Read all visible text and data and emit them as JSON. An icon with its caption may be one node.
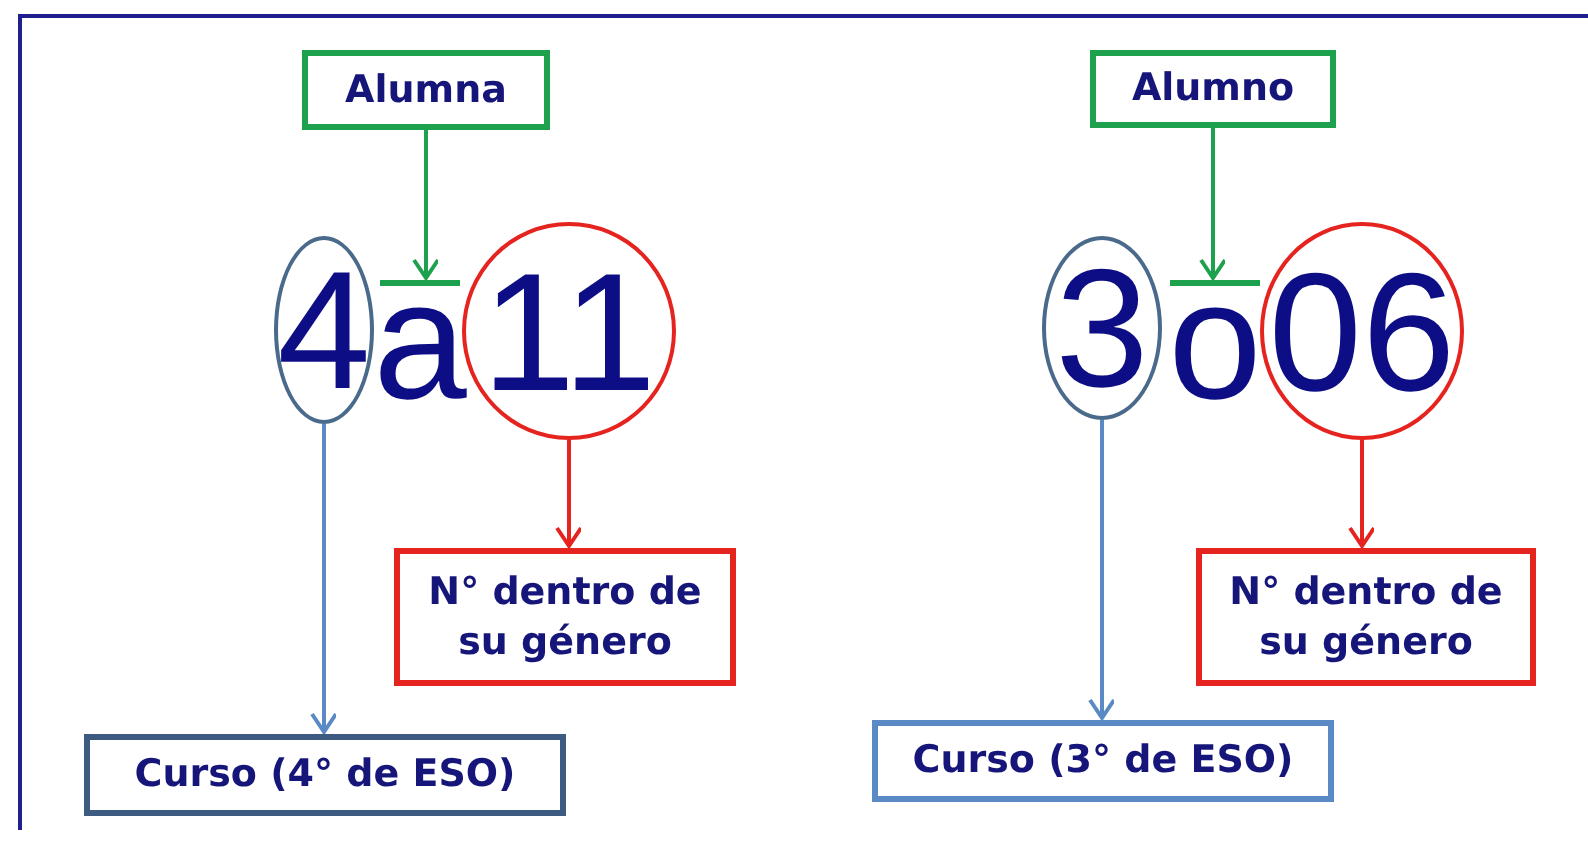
{
  "diagram": {
    "nodes": [
      {
        "text": [
          "Alumna"
        ]
      },
      {
        "text": [
          "4"
        ]
      },
      {
        "text": [
          "a"
        ]
      },
      {
        "text": [
          "11"
        ]
      },
      {
        "text": [
          "N° dentro de su género"
        ]
      },
      {
        "text": [
          "Curso (4° de ESO)"
        ]
      },
      {
        "text": [
          "Alumno"
        ]
      },
      {
        "text": [
          "3"
        ]
      },
      {
        "text": [
          "o"
        ]
      },
      {
        "text": [
          "06"
        ]
      },
      {
        "text": [
          "N° dentro de su género"
        ]
      },
      {
        "text": [
          "Curso (3° de ESO)"
        ]
      }
    ],
    "edges": [
      {
        "from": 0,
        "to": 2,
        "arrow": "to",
        "color": "#1ea14c"
      },
      {
        "from": 1,
        "to": 5,
        "arrow": "to",
        "color": "#5a8ac6"
      },
      {
        "from": 3,
        "to": 4,
        "arrow": "to",
        "color": "#e5231f"
      },
      {
        "from": 6,
        "to": 8,
        "arrow": "to",
        "color": "#1ea14c"
      },
      {
        "from": 7,
        "to": 11,
        "arrow": "to",
        "color": "#5a8ac6"
      },
      {
        "from": 9,
        "to": 10,
        "arrow": "to",
        "color": "#e5231f"
      }
    ]
  }
}
